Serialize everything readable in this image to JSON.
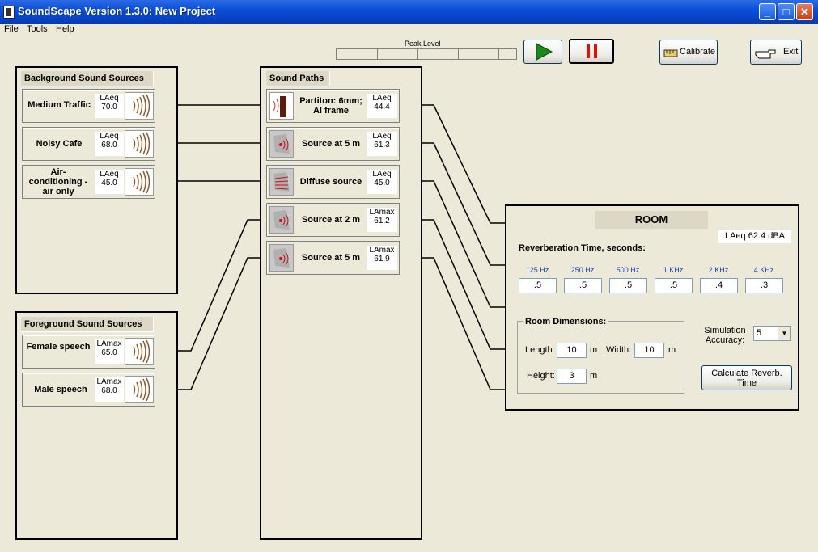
{
  "window": {
    "title": "SoundScape Version 1.3.0: New Project"
  },
  "menu": [
    "File",
    "Tools",
    "Help"
  ],
  "peak_level": {
    "label": "Peak Level"
  },
  "buttons": {
    "calibrate": "Calibrate",
    "exit": "Exit",
    "calculate": "Calculate Reverb. Time"
  },
  "background": {
    "title": "Background Sound Sources",
    "sources": [
      {
        "name": "Medium Traffic",
        "metric": "LAeq",
        "value": "70.0"
      },
      {
        "name": "Noisy Cafe",
        "metric": "LAeq",
        "value": "68.0"
      },
      {
        "name": "Air-conditioning - air only",
        "metric": "LAeq",
        "value": "45.0"
      }
    ]
  },
  "foreground": {
    "title": "Foreground Sound Sources",
    "sources": [
      {
        "name": "Female speech",
        "metric": "LAmax",
        "value": "65.0"
      },
      {
        "name": "Male speech",
        "metric": "LAmax",
        "value": "68.0"
      }
    ]
  },
  "paths": {
    "title": "Sound Paths",
    "items": [
      {
        "name": "Partiton: 6mm; Al frame",
        "metric": "LAeq",
        "value": "44.4"
      },
      {
        "name": "Source at 5 m",
        "metric": "LAeq",
        "value": "61.3"
      },
      {
        "name": "Diffuse source",
        "metric": "LAeq",
        "value": "45.0"
      },
      {
        "name": "Source at 2 m",
        "metric": "LAmax",
        "value": "61.2"
      },
      {
        "name": "Source at 5 m",
        "metric": "LAmax",
        "value": "61.9"
      }
    ]
  },
  "room": {
    "title": "ROOM",
    "level": "LAeq 62.4 dBA",
    "reverb_title": "Reverberation Time, seconds:",
    "freqs": [
      "125 Hz",
      "250 Hz",
      "500 Hz",
      "1 KHz",
      "2 KHz",
      "4 KHz"
    ],
    "reverb_values": [
      ".5",
      ".5",
      ".5",
      ".5",
      ".4",
      ".3"
    ],
    "dims_title": "Room Dimensions:",
    "length_label": "Length:",
    "length": "10",
    "length_unit": "m",
    "width_label": "Width:",
    "width": "10",
    "width_unit": "m",
    "height_label": "Height:",
    "height": "3",
    "height_unit": "m",
    "sim_label": "Simulation Accuracy:",
    "sim_value": "5"
  }
}
